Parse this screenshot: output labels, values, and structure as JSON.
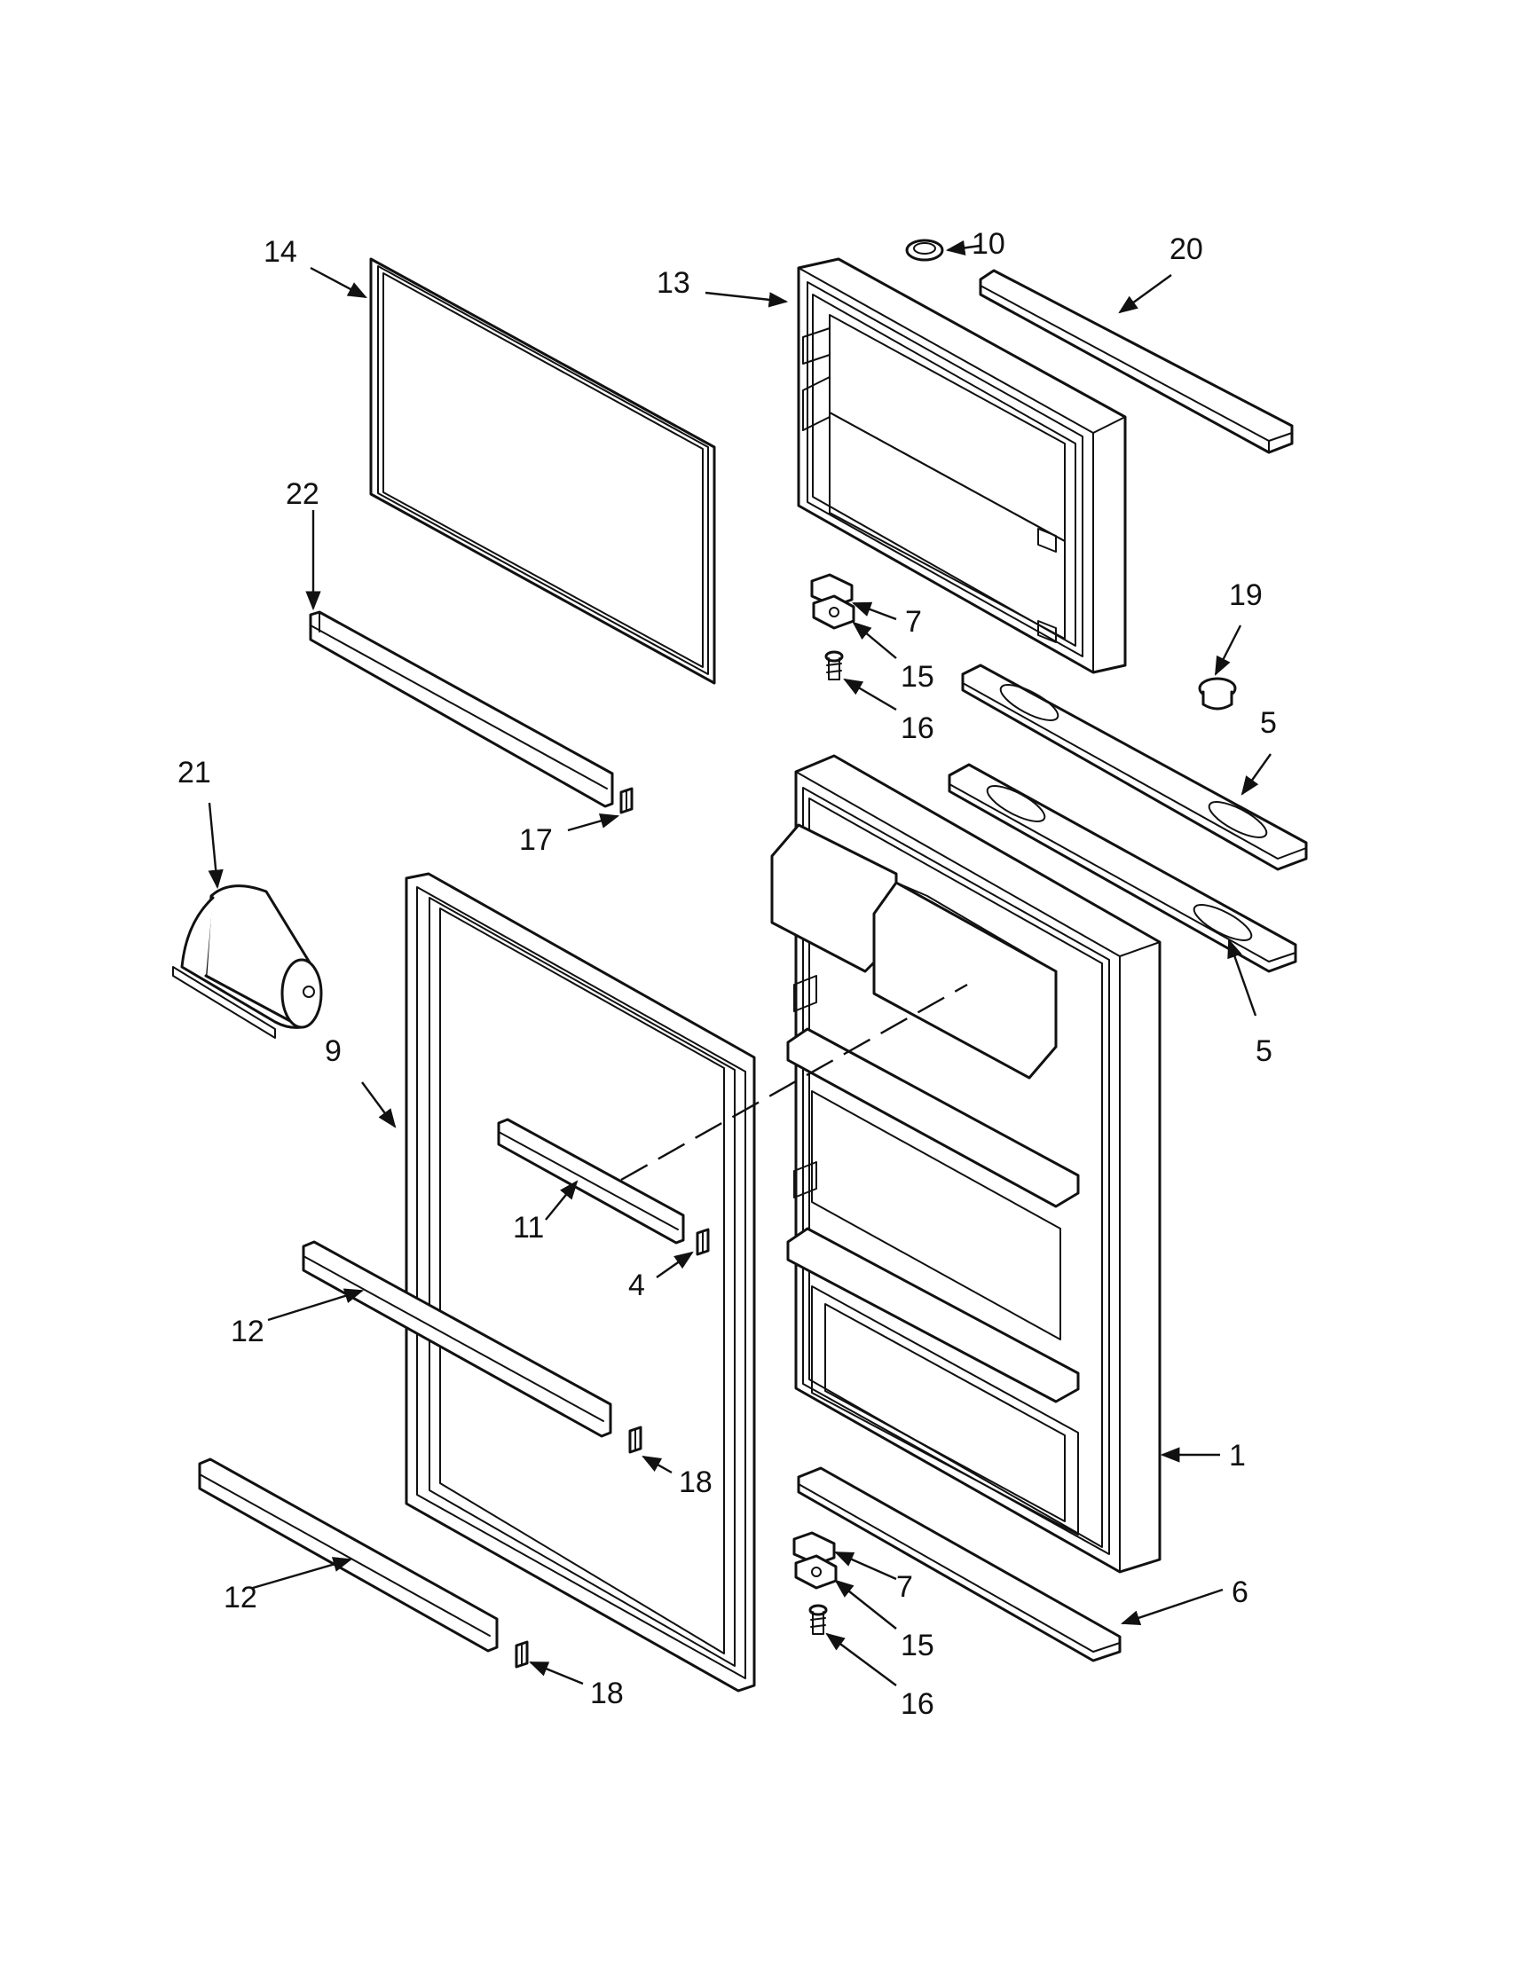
{
  "diagram": {
    "callouts": {
      "c1": "1",
      "c4": "4",
      "c5a": "5",
      "c5b": "5",
      "c6": "6",
      "c7a": "7",
      "c7b": "7",
      "c9": "9",
      "c10": "10",
      "c11": "11",
      "c12a": "12",
      "c12b": "12",
      "c13": "13",
      "c14": "14",
      "c15a": "15",
      "c15b": "15",
      "c16a": "16",
      "c16b": "16",
      "c17": "17",
      "c18a": "18",
      "c18b": "18",
      "c19": "19",
      "c20": "20",
      "c21": "21",
      "c22": "22"
    }
  }
}
